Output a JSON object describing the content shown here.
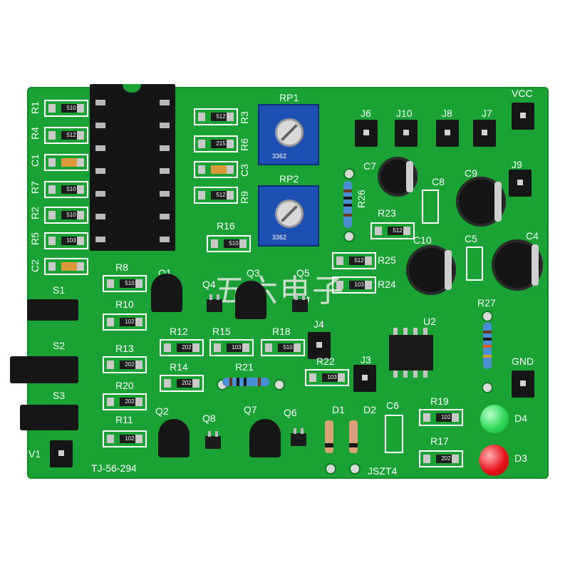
{
  "board": {
    "code_left": "TJ-56-294",
    "code_right": "JSZT4",
    "watermark": "五六电子"
  },
  "labels": {
    "R1": "R1",
    "R4": "R4",
    "C1": "C1",
    "R7": "R7",
    "R2": "R2",
    "R5": "R5",
    "C2": "C2",
    "R3": "R3",
    "R6": "R6",
    "C3": "C3",
    "R9": "R9",
    "RP1": "RP1",
    "RP2": "RP2",
    "R26": "R26",
    "J6": "J6",
    "J10": "J10",
    "J8": "J8",
    "J7": "J7",
    "VCC": "VCC",
    "J9": "J9",
    "C7": "C7",
    "C8": "C8",
    "C9": "C9",
    "R23": "R23",
    "C10": "C10",
    "C5": "C5",
    "C4": "C4",
    "R25": "R25",
    "R24": "R24",
    "R16": "R16",
    "R8": "R8",
    "Q1": "Q1",
    "Q4": "Q4",
    "Q3": "Q3",
    "Q5": "Q5",
    "S1": "S1",
    "R10": "R10",
    "S2": "S2",
    "R12": "R12",
    "R15": "R15",
    "R18": "R18",
    "J4": "J4",
    "R13": "R13",
    "R14": "R14",
    "R21": "R21",
    "R22": "R22",
    "J3": "J3",
    "U2": "U2",
    "R27": "R27",
    "GND": "GND",
    "S3": "S3",
    "R20": "R20",
    "Q2": "Q2",
    "Q8": "Q8",
    "Q7": "Q7",
    "Q6": "Q6",
    "D1": "D1",
    "D2": "D2",
    "C6": "C6",
    "R19": "R19",
    "D4": "D4",
    "R11": "R11",
    "R17": "R17",
    "D3": "D3",
    "V1": "V1"
  },
  "smd_codes": {
    "r1": "510",
    "r4": "512",
    "r7": "510",
    "r2": "510",
    "r5": "103",
    "r3": "512",
    "r6": "215",
    "r9": "512",
    "r16": "510",
    "r23": "512",
    "r25": "512",
    "r24": "103",
    "r8": "510",
    "r10": "102",
    "r12": "202",
    "r15": "103",
    "r18": "510",
    "r13": "202",
    "r14": "202",
    "r22": "103",
    "r20": "202",
    "r11": "102",
    "r19": "102",
    "r17": "202"
  },
  "pot_codes": {
    "rp1": "3362",
    "rp2": "3362"
  },
  "colors": {
    "pcb": "#1aa334",
    "silkscreen": "#ffffff",
    "pot": "#1e4fb3",
    "led_green": "#2fd85a",
    "led_red": "#e8131d"
  }
}
